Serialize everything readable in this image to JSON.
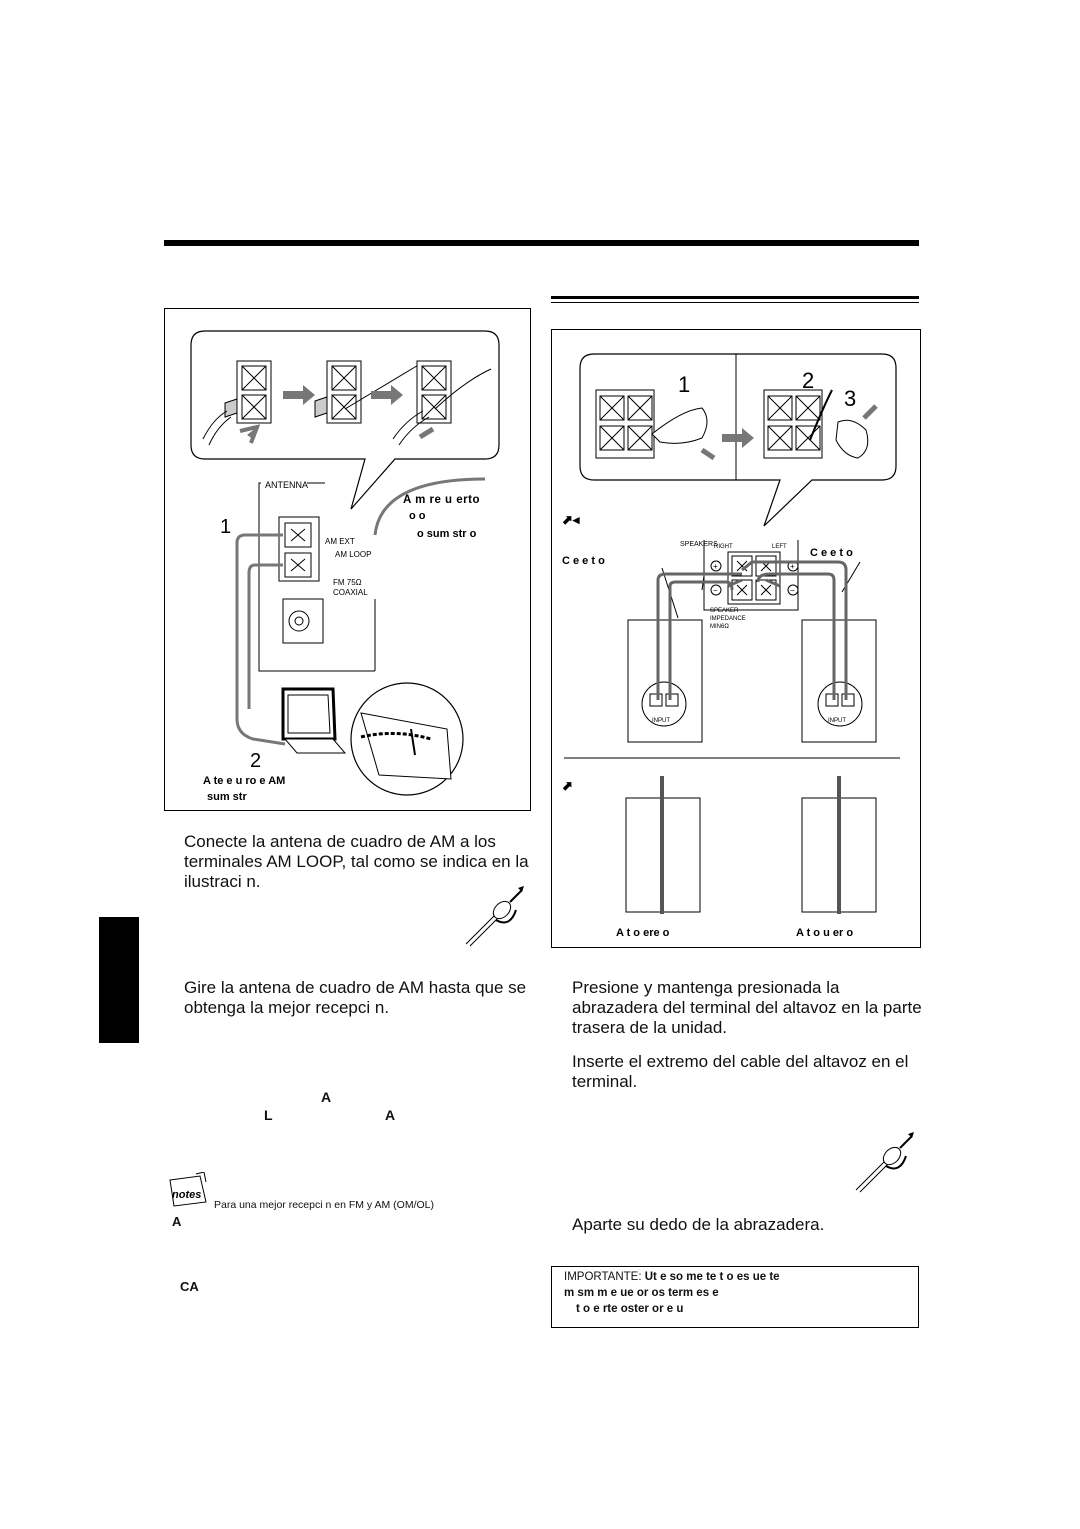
{
  "left_diagram": {
    "step1": "1",
    "step2": "2",
    "antenna_label": "ANTENNA",
    "am_ext": "AM EXT",
    "am_loop": "AM LOOP",
    "fm75": "FM 75Ω",
    "coaxial": "COAXIAL",
    "callout_line1": "A   m  re   u    erto",
    "callout_line2": "o          o",
    "callout_line3": "o sum    str    o",
    "caption_line1": "A  te        e    u    ro    e AM",
    "caption_line2": "sum    str"
  },
  "right_diagram": {
    "step1": "1",
    "step2": "2",
    "step3": "3",
    "speakers_label": "SPEAKERS",
    "right_label": "RIGHT",
    "left_label": "LEFT",
    "speaker_impedance_1": "SPEAKER",
    "speaker_impedance_2": "IMPEDANCE",
    "speaker_impedance_3": "MIN6Ω",
    "input_label": "INPUT",
    "cable_label_left": "C    e    e    t    o",
    "cable_label_right": "C    e    e    t    o",
    "speaker_right_caption": "A  t     o      ere     o",
    "speaker_left_caption": "A  t     o        u er  o"
  },
  "text": {
    "left_para1": "Conecte la antena de cuadro de AM a los terminales AM LOOP, tal como se indica en la ilustraci n.",
    "left_para2": "Gire la antena de cuadro de AM hasta que se obtenga la mejor recepci n.",
    "left_frag_a1": "A",
    "left_frag_l": "L",
    "left_frag_a2": "A",
    "notes_icon_text": "notes",
    "notes_text": "Para una mejor recepci n en FM y AM (OM/OL)",
    "notes_frag_a": "A",
    "ca_frag": "CA",
    "right_para1": "Presione y mantenga presionada la abrazadera del terminal del altavoz en la parte trasera de la unidad.",
    "right_para2": "Inserte el extremo del cable del altavoz en el terminal.",
    "right_para3": "Aparte su dedo de la abrazadera.",
    "important_label": "IMPORTANTE:",
    "important_line1": "Ut      e so   me  te     t   o  es    ue te",
    "important_line2": "m sm    m   e                ue                      or  os term       es    e",
    "important_line3": "t    o   e          rte   oster or    e    u"
  }
}
